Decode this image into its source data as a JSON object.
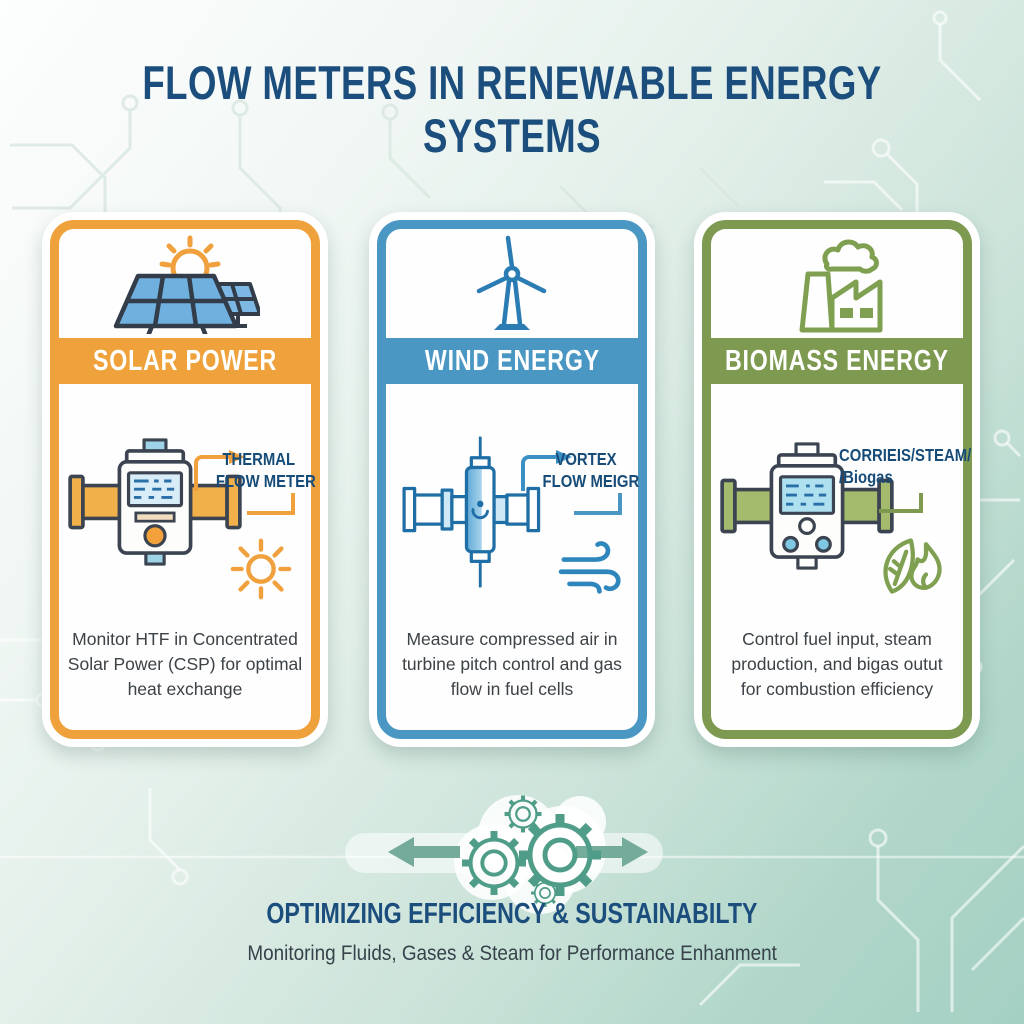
{
  "header": {
    "title": "FLOW METERS IN RENEWABLE ENERGY SYSTEMS",
    "title_lines": [
      "FLOW METERS IN RENEWABLE ENERGY",
      "SYSTEMS"
    ],
    "title_color": "#1c4e7d"
  },
  "cards": [
    {
      "id": "solar",
      "title": "SOLAR POWER",
      "accent_color": "#efa23b",
      "icon": "solar-panel-icon",
      "meter_type": "thermal",
      "meter_label_lines": [
        "THERMAL",
        "FLOW METER"
      ],
      "secondary_icon": "sun-icon",
      "description": "Monitor HTF in Concentrated Solar Power (CSP) for optimal heat exchange"
    },
    {
      "id": "wind",
      "title": "WIND ENERGY",
      "accent_color": "#4a97c4",
      "icon": "wind-turbine-icon",
      "meter_type": "vortex",
      "meter_label_lines": [
        "VORTEX",
        "FLOW MEIGR"
      ],
      "secondary_icon": "wind-gust-icon",
      "description": "Measure compressed air in turbine pitch control and gas flow in fuel cells"
    },
    {
      "id": "biomass",
      "title": "BIOMASS ENERGY",
      "accent_color": "#7d9a50",
      "icon": "factory-icon",
      "meter_type": "coriolis-steam-biogas",
      "meter_label_lines": [
        "CORRIEIS/STEAM/",
        "/Biogas"
      ],
      "secondary_icon": "leaf-flame-icon",
      "description": "Control fuel input, steam production, and bigas outut for combustion efficiency"
    }
  ],
  "footer": {
    "headline": "OPTIMIZING EFFICIENCY & SUSTAINABILTY",
    "subline": "Monitoring Fluids, Gases & Steam for Performance Enhanment",
    "headline_color": "#1c4e7d",
    "gear_color": "#4f9d88",
    "arrow_color": "#74ab9b"
  },
  "background": {
    "gradient_from": "#fdfefe",
    "gradient_to": "#a4d0c3",
    "pattern": "circuit-traces"
  }
}
